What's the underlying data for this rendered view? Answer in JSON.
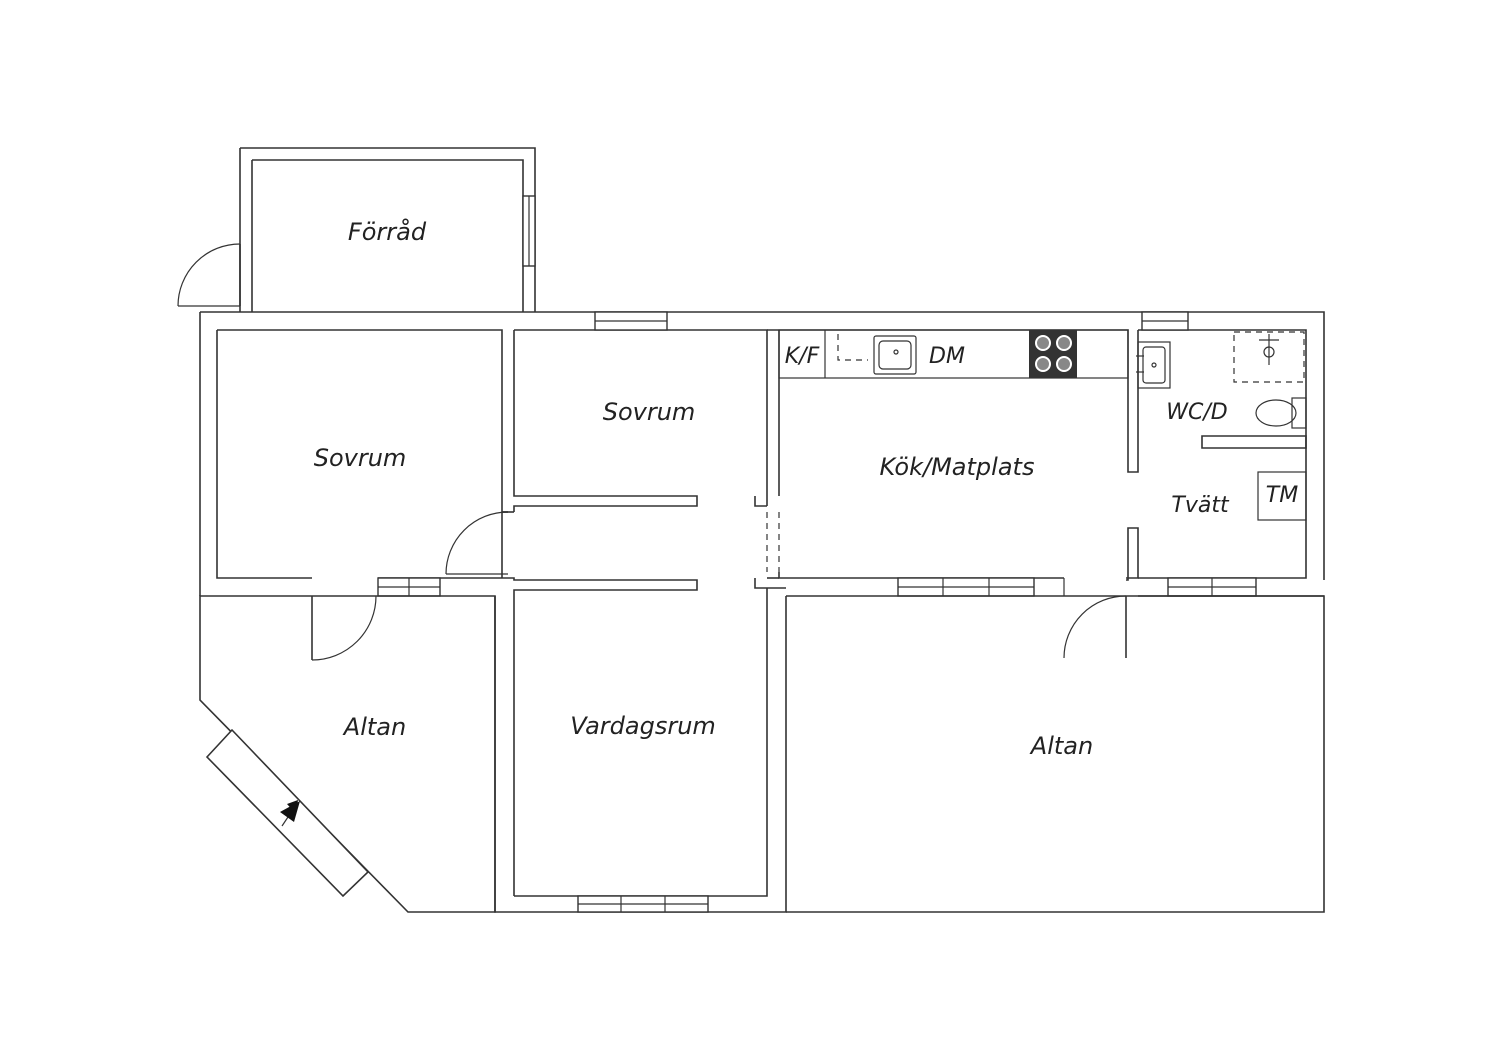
{
  "rooms": {
    "forrad": "Förråd",
    "sovrum_left": "Sovrum",
    "sovrum_mid": "Sovrum",
    "kok": "Kök/Matplats",
    "wc": "WC/D",
    "tvatt": "Tvätt",
    "altan_left": "Altan",
    "vardagsrum": "Vardagsrum",
    "altan_right": "Altan"
  },
  "fixtures": {
    "kf": "K/F",
    "dm": "DM",
    "tm": "TM"
  },
  "colors": {
    "line": "#333333",
    "stove": "#333333",
    "background": "#ffffff"
  }
}
